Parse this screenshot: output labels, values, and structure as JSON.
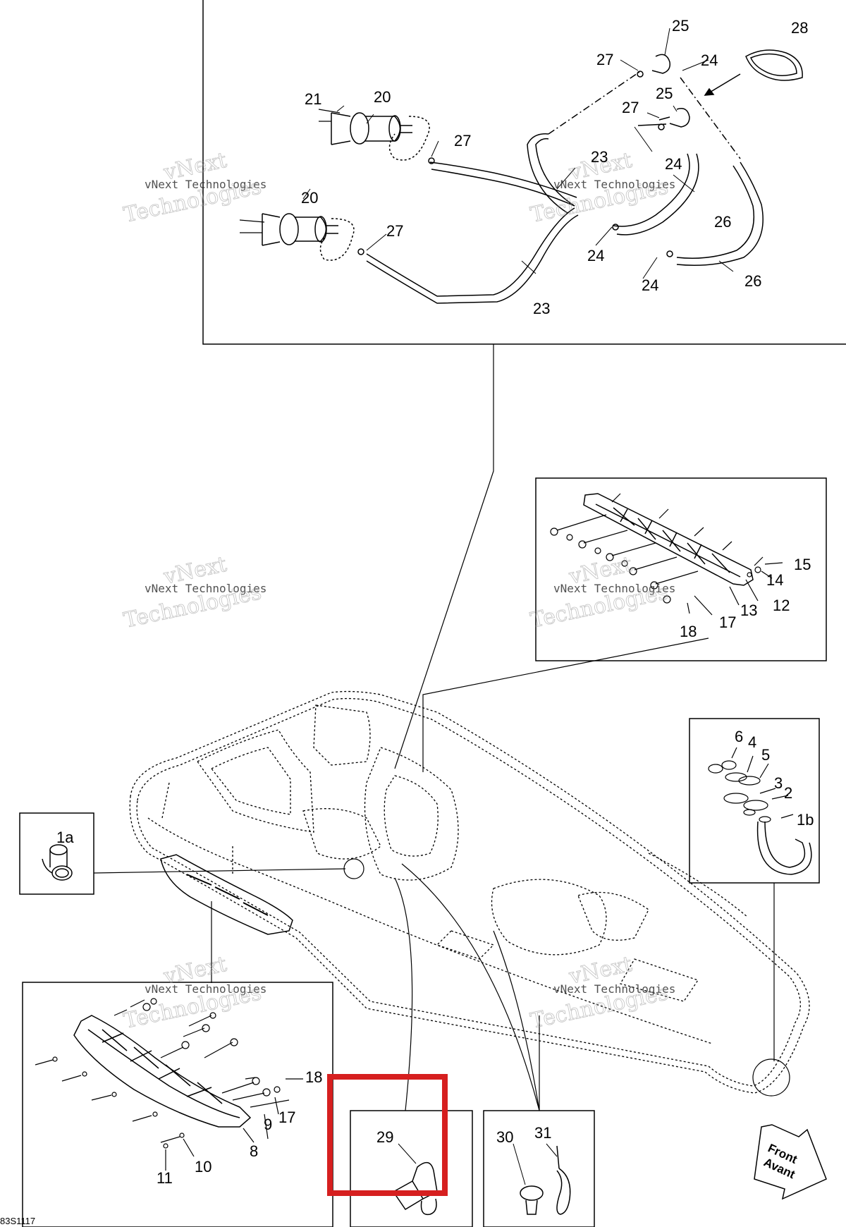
{
  "diagram": {
    "drawing_code": "83S1117",
    "front_label": "Front",
    "front_label_fr": "Avant",
    "highlight_color": "#d61f1f",
    "watermark": {
      "line1": "vNext",
      "line2": "vNext Technologies",
      "line3": "Technologies"
    },
    "callouts": {
      "n1a": "1a",
      "n1b": "1b",
      "n2": "2",
      "n3": "3",
      "n4": "4",
      "n5": "5",
      "n6": "6",
      "n8": "8",
      "n9": "9",
      "n10": "10",
      "n11": "11",
      "n12": "12",
      "n13": "13",
      "n14": "14",
      "n15": "15",
      "n17a": "17",
      "n17b": "17",
      "n18a": "18",
      "n18b": "18",
      "n20a": "20",
      "n20b": "20",
      "n21": "21",
      "n23a": "23",
      "n23b": "23",
      "n24a": "24",
      "n24b": "24",
      "n24c": "24",
      "n24d": "24",
      "n25a": "25",
      "n25b": "25",
      "n26a": "26",
      "n26b": "26",
      "n27a": "27",
      "n27b": "27",
      "n27c": "27",
      "n27d": "27",
      "n28": "28",
      "n29": "29",
      "n30": "30",
      "n31": "31"
    }
  }
}
